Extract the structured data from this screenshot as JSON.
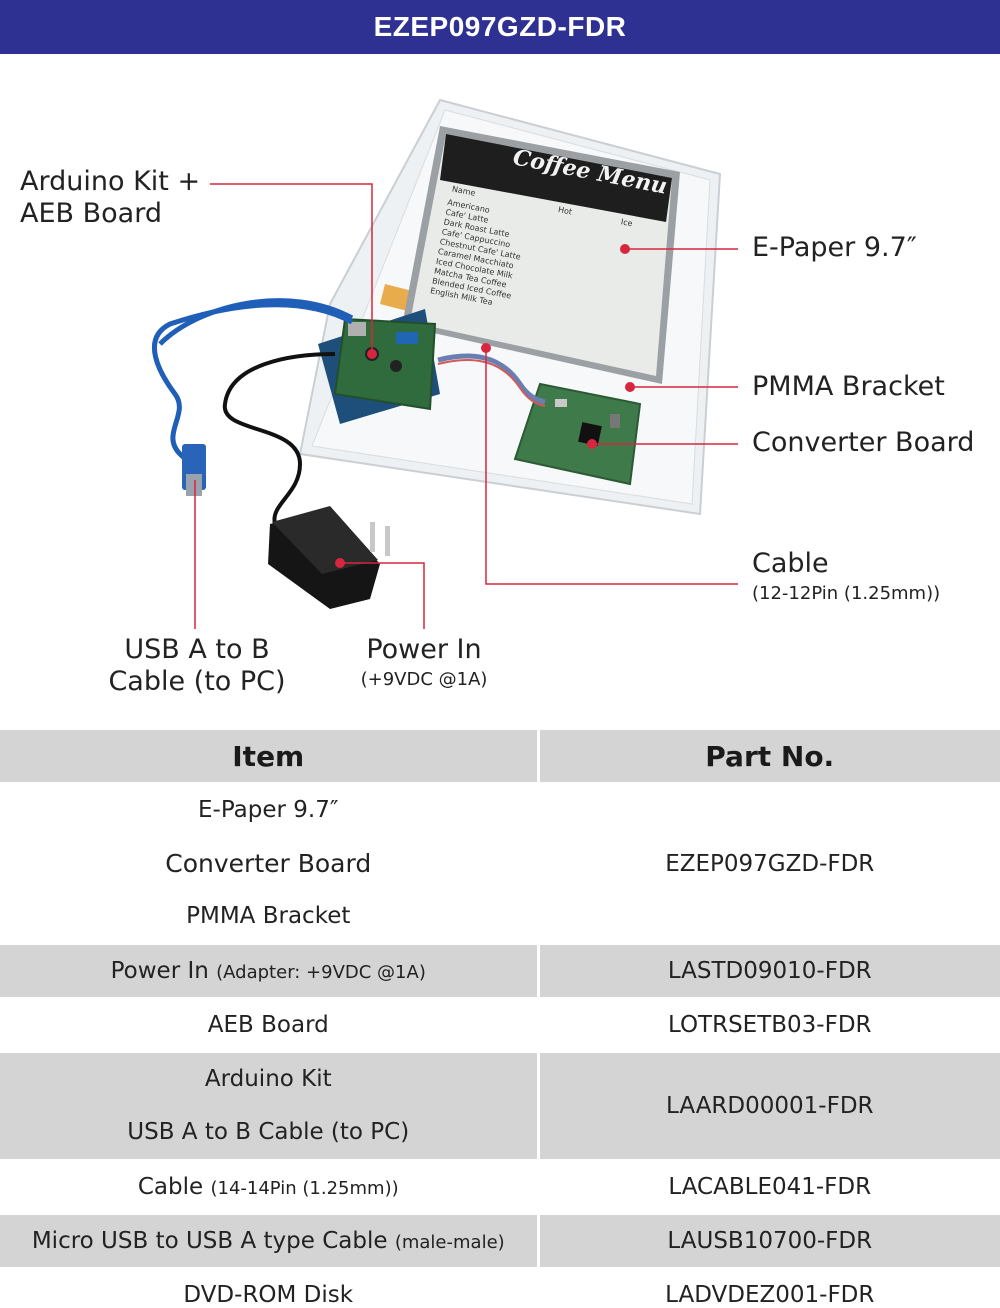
{
  "header": {
    "title": "EZEP097GZD-FDR"
  },
  "diagram": {
    "screen": {
      "logo": "Coffee Menu",
      "name_col": "Name",
      "hot_label": "Hot",
      "ice_label": "Ice",
      "items": [
        "Americano",
        "Cafe' Latte",
        "Dark Roast Latte",
        "Cafe' Cappuccino",
        "Chestnut Cafe' Latte",
        "Caramel Macchiato",
        "Iced Chocolate Milk",
        "Matcha Tea Coffee",
        "Blended Iced Coffee",
        "English Milk Tea"
      ]
    },
    "callouts": {
      "arduino_line1": "Arduino Kit +",
      "arduino_line2": "AEB Board",
      "epaper": "E-Paper 9.7″",
      "pmma": "PMMA Bracket",
      "converter": "Converter Board",
      "cable": "Cable",
      "cable_sub": "(12-12Pin (1.25mm))",
      "usb_line1": "USB A to B",
      "usb_line2": "Cable (to PC)",
      "power": "Power In",
      "power_sub": "(+9VDC @1A)"
    },
    "accent_color": "#d7263d"
  },
  "table": {
    "headers": {
      "item": "Item",
      "part_no": "Part No."
    },
    "rows": [
      {
        "item_lines": [
          "E-Paper 9.7″",
          "Converter Board",
          "PMMA Bracket"
        ],
        "part_no": "EZEP097GZD-FDR",
        "shade": "white"
      },
      {
        "item": "Power In",
        "item_small": "(Adapter: +9VDC @1A)",
        "part_no": "LASTD09010-FDR",
        "shade": "gray"
      },
      {
        "item": "AEB Board",
        "part_no": "LOTRSETB03-FDR",
        "shade": "white"
      },
      {
        "item_lines": [
          "Arduino Kit",
          "USB A to B Cable (to PC)"
        ],
        "part_no": "LAARD00001-FDR",
        "shade": "gray"
      },
      {
        "item": "Cable",
        "item_small": "(14-14Pin (1.25mm))",
        "part_no": "LACABLE041-FDR",
        "shade": "white"
      },
      {
        "item": "Micro USB to USB A type Cable",
        "item_small": "(male-male)",
        "part_no": "LAUSB10700-FDR",
        "shade": "gray"
      },
      {
        "item": "DVD-ROM Disk",
        "part_no": "LADVDEZ001-FDR",
        "shade": "white"
      }
    ]
  }
}
